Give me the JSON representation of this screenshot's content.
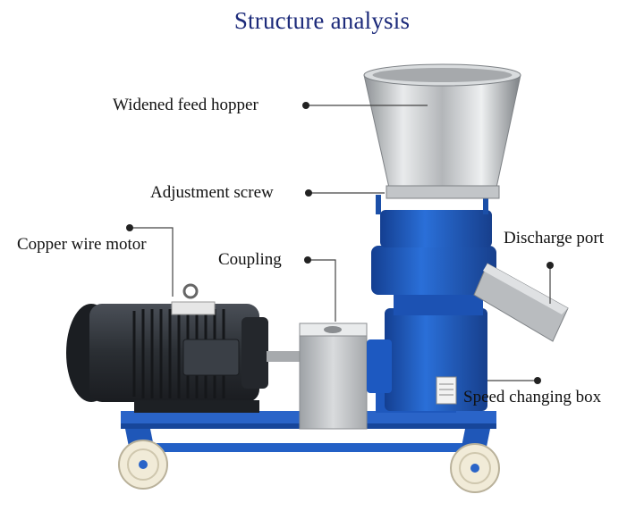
{
  "title": "Structure analysis",
  "labels": {
    "hopper": "Widened feed hopper",
    "screw": "Adjustment screw",
    "motor": "Copper wire motor",
    "coupling": "Coupling",
    "discharge": "Discharge port",
    "speedbox": "Speed changing box"
  },
  "colors": {
    "title": "#1c2a7a",
    "frame_blue": "#1f5fc4",
    "motor_dark": "#2b2f35",
    "steel": "#c9cbcd",
    "wheel": "#efe9d6"
  }
}
